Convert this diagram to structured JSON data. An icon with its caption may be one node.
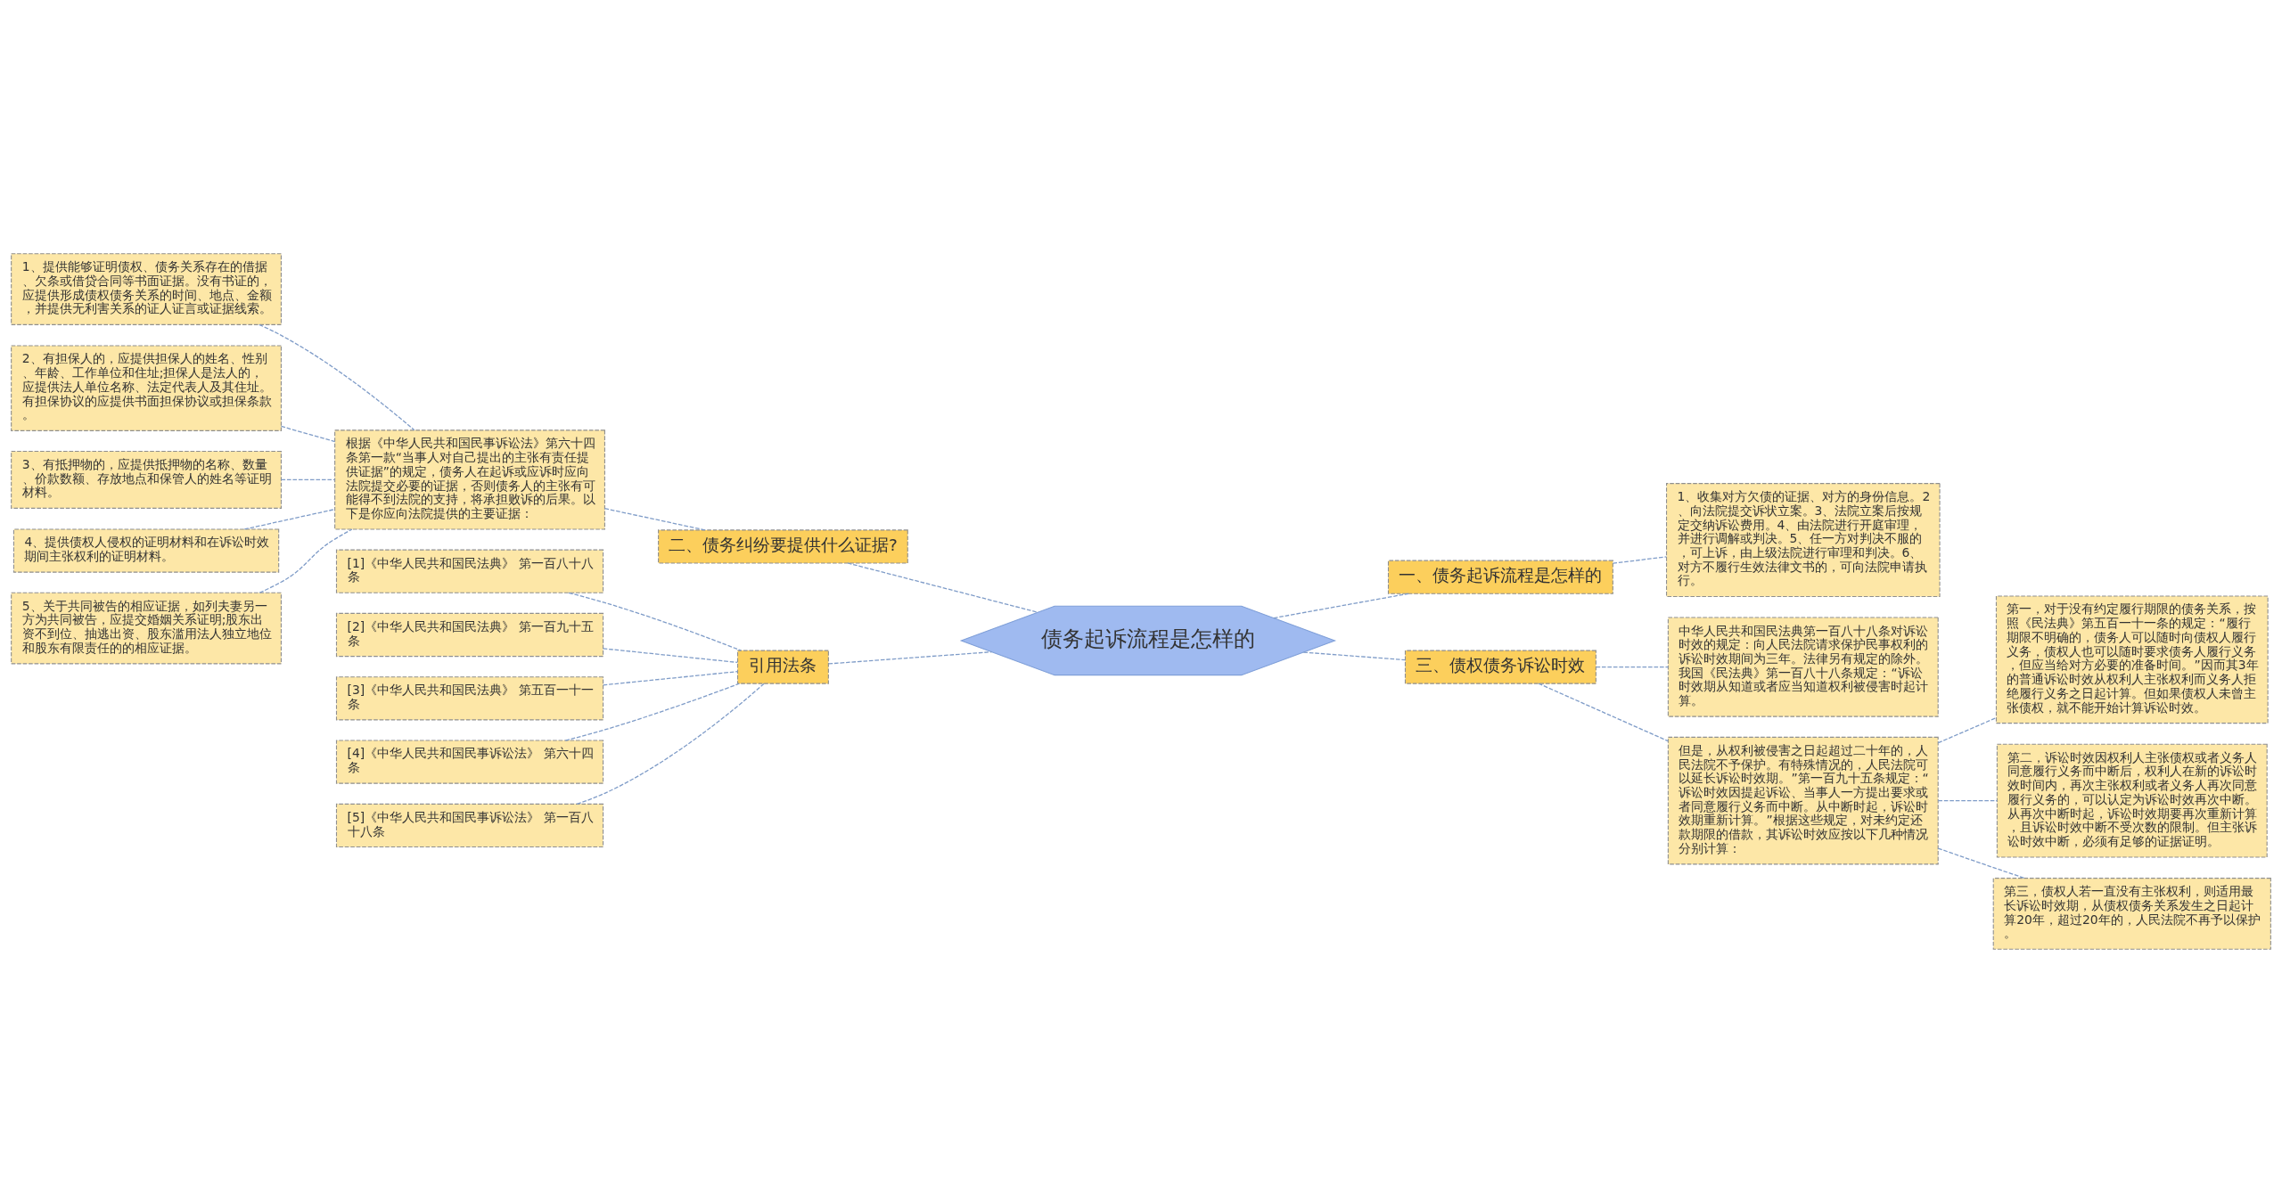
{
  "diagram": {
    "nodes": [
      {
        "text": [
          "债务起诉流程是怎样的"
        ]
      },
      {
        "text": [
          "一、债务起诉流程是怎样的"
        ]
      },
      {
        "text": [
          "1、收集对方欠债的证据、对方的身份信息。2、向法院提交诉状立案。3、法院立案后按规定交纳诉讼费用。4、由法院进行开庭审理，并进行调解或判决。5、任一方对判决不服的，可上诉，由上级法院进行审理和判决。6、对方不履行生效法律文书的，可向法院申请执行。"
        ]
      },
      {
        "text": [
          "三、债权债务诉讼时效"
        ]
      },
      {
        "text": [
          "中华人民共和国民法典第一百八十八条对诉讼时效的规定：向人民法院请求保护民事权利的诉讼时效期间为三年。法律另有规定的除外。我国《民法典》第一百八十八条规定：“诉讼时效期从知道或者应当知道权利被侵害时起计算。"
        ]
      },
      {
        "text": [
          "但是，从权利被侵害之日起超过二十年的，人民法院不予保护。有特殊情况的，人民法院可以延长诉讼时效期。”第一百九十五条规定：“诉讼时效因提起诉讼、当事人一方提出要求或者同意履行义务而中断。从中断时起，诉讼时效期重新计算。”根据这些规定，对未约定还款期限的借款，其诉讼时效应按以下几种情况分别计算："
        ]
      },
      {
        "text": [
          "第一，对于没有约定履行期限的债务关系，按照《民法典》第五百一十一条的规定：“履行期限不明确的，债务人可以随时向债权人履行义务，债权人也可以随时要求债务人履行义务，但应当给对方必要的准备时间。”因而其3年的普通诉讼时效从权利人主张权利而义务人拒绝履行义务之日起计算。但如果债权人未曾主张债权，就不能开始计算诉讼时效。"
        ]
      },
      {
        "text": [
          "第二，诉讼时效因权利人主张债权或者义务人同意履行义务而中断后，权利人在新的诉讼时效时间内，再次主张权利或者义务人再次同意履行义务的，可以认定为诉讼时效再次中断。从再次中断时起，诉讼时效期要再次重新计算，且诉讼时效中断不受次数的限制。但主张诉讼时效中断，必须有足够的证据证明。"
        ]
      },
      {
        "text": [
          "第三，债权人若一直没有主张权利，则适用最长诉讼时效期，从债权债务关系发生之日起计算20年，超过20年的，人民法院不再予以保护。"
        ]
      },
      {
        "text": [
          "二、债务纠纷要提供什么证据?"
        ]
      },
      {
        "text": [
          "根据《中华人民共和国民事诉讼法》第六十四条第一款“当事人对自己提出的主张有责任提供证据”的规定，债务人在起诉或应诉时应向法院提交必要的证据，否则债务人的主张有可能得不到法院的支持，将承担败诉的后果。以下是你应向法院提供的主要证据："
        ]
      },
      {
        "text": [
          "1、提供能够证明债权、债务关系存在的借据、欠条或借贷合同等书面证据。没有书证的，应提供形成债权债务关系的时间、地点、金额，并提供无利害关系的证人证言或证据线索。"
        ]
      },
      {
        "text": [
          "2、有担保人的，应提供担保人的姓名、性别、年龄、工作单位和住址;担保人是法人的，应提供法人单位名称、法定代表人及其住址。有担保协议的应提供书面担保协议或担保条款。"
        ]
      },
      {
        "text": [
          "3、有抵押物的，应提供抵押物的名称、数量、价款数额、存放地点和保管人的姓名等证明材料。"
        ]
      },
      {
        "text": [
          "4、提供债权人侵权的证明材料和在诉讼时效期间主张权利的证明材料。"
        ]
      },
      {
        "text": [
          "5、关于共同被告的相应证据，如列夫妻另一方为共同被告，应提交婚姻关系证明;股东出资不到位、抽逃出资、股东滥用法人独立地位和股东有限责任的的相应证据。"
        ]
      },
      {
        "text": [
          "引用法条"
        ]
      },
      {
        "text": [
          "[1]《中华人民共和国民法典》 第一百八十八条"
        ]
      },
      {
        "text": [
          "[2]《中华人民共和国民法典》 第一百九十五条"
        ]
      },
      {
        "text": [
          "[3]《中华人民共和国民法典》 第五百一十一条"
        ]
      },
      {
        "text": [
          "[4]《中华人民共和国民事诉讼法》 第六十四条"
        ]
      },
      {
        "text": [
          "[5]《中华人民共和国民事诉讼法》 第一百八十八条"
        ]
      }
    ],
    "edges": [
      {
        "from": 0,
        "to": 1,
        "arrow": "none",
        "style": "dashed"
      },
      {
        "from": 1,
        "to": 2,
        "arrow": "none",
        "style": "dashed"
      },
      {
        "from": 0,
        "to": 3,
        "arrow": "none",
        "style": "dashed"
      },
      {
        "from": 3,
        "to": 4,
        "arrow": "none",
        "style": "dashed"
      },
      {
        "from": 3,
        "to": 5,
        "arrow": "none",
        "style": "dashed"
      },
      {
        "from": 5,
        "to": 6,
        "arrow": "none",
        "style": "dashed"
      },
      {
        "from": 5,
        "to": 7,
        "arrow": "none",
        "style": "dashed"
      },
      {
        "from": 5,
        "to": 8,
        "arrow": "none",
        "style": "dashed"
      },
      {
        "from": 9,
        "to": 0,
        "arrow": "none",
        "style": "dashed"
      },
      {
        "from": 10,
        "to": 9,
        "arrow": "none",
        "style": "dashed"
      },
      {
        "from": 11,
        "to": 10,
        "arrow": "none",
        "style": "dashed"
      },
      {
        "from": 12,
        "to": 10,
        "arrow": "none",
        "style": "dashed"
      },
      {
        "from": 13,
        "to": 10,
        "arrow": "none",
        "style": "dashed"
      },
      {
        "from": 14,
        "to": 10,
        "arrow": "none",
        "style": "dashed"
      },
      {
        "from": 15,
        "to": 10,
        "arrow": "none",
        "style": "dashed"
      },
      {
        "from": 16,
        "to": 0,
        "arrow": "none",
        "style": "dashed"
      },
      {
        "from": 17,
        "to": 16,
        "arrow": "none",
        "style": "dashed"
      },
      {
        "from": 18,
        "to": 16,
        "arrow": "none",
        "style": "dashed"
      },
      {
        "from": 19,
        "to": 16,
        "arrow": "none",
        "style": "dashed"
      },
      {
        "from": 20,
        "to": 16,
        "arrow": "none",
        "style": "dashed"
      },
      {
        "from": 21,
        "to": 16,
        "arrow": "none",
        "style": "dashed"
      }
    ]
  }
}
